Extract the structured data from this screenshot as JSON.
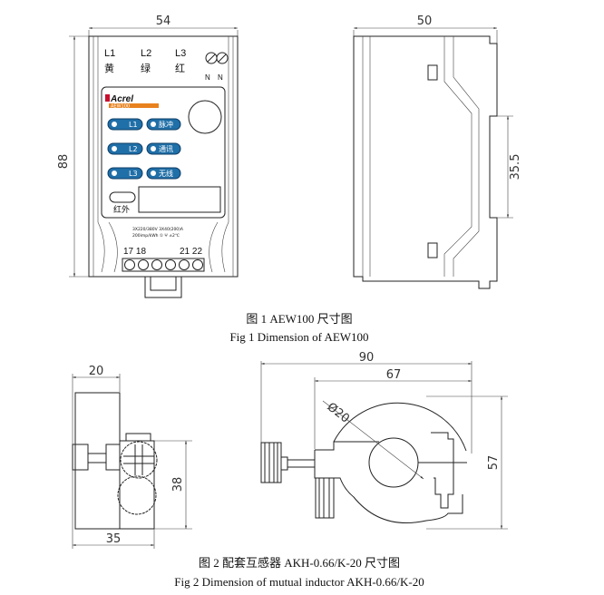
{
  "figure1": {
    "front_view": {
      "dim_width": "54",
      "dim_height": "88",
      "phase_labels": [
        "L1",
        "L2",
        "L3"
      ],
      "phase_colors_cn": [
        "黄",
        "绿",
        "红"
      ],
      "neutral_labels": [
        "N",
        "N"
      ],
      "brand": "Acrel",
      "model_badge": "AEW100",
      "indicators": [
        {
          "left": "L1",
          "right": "脉冲"
        },
        {
          "left": "L2",
          "right": "通讯"
        },
        {
          "left": "L3",
          "right": "无线"
        }
      ],
      "infrared_label": "红外",
      "spec_line1": "3X220/380V  3X40(200)A",
      "spec_line2": "200imp/kWh  ① ⵖ ±2℃",
      "terminal_left": "17 18",
      "terminal_right": "21 22",
      "colors": {
        "indicator": "#1f6fa8",
        "badge": "#e8821e",
        "brand": "#c8102e"
      }
    },
    "side_view": {
      "dim_width": "50",
      "dim_rail": "35.5"
    },
    "caption_cn": "图 1 AEW100 尺寸图",
    "caption_en": "Fig 1 Dimension of AEW100"
  },
  "figure2": {
    "side_view": {
      "dim_top": "20",
      "dim_bottom": "35",
      "dim_height": "38"
    },
    "front_view": {
      "dim_total": "90",
      "dim_body": "67",
      "dim_height": "57",
      "dim_hole": "Ø20"
    },
    "caption_cn": "图 2  配套互感器 AKH-0.66/K-20 尺寸图",
    "caption_en": "Fig 2 Dimension of mutual inductor AKH-0.66/K-20"
  }
}
